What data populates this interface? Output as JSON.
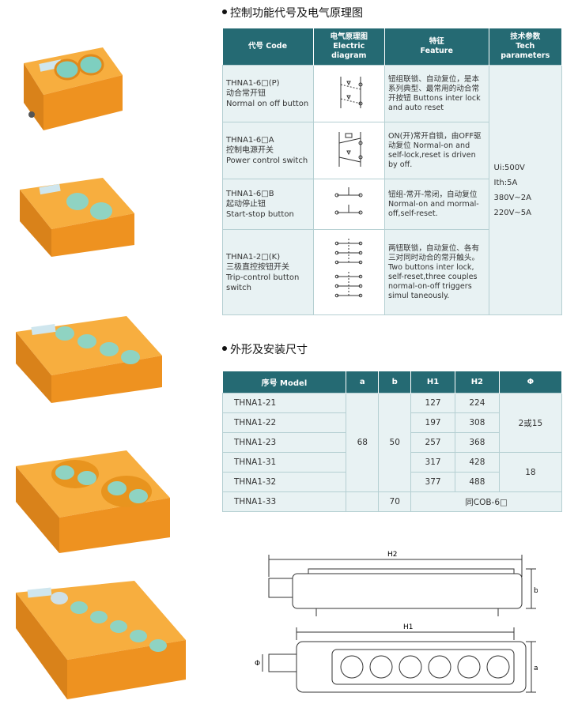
{
  "section1_title": "控制功能代号及电气原理图",
  "table1": {
    "headers": [
      {
        "cn": "代号 Code",
        "en": ""
      },
      {
        "cn": "电气原理图",
        "en": "Electric diagram"
      },
      {
        "cn": "特征",
        "en": "Feature"
      },
      {
        "cn": "技术参数",
        "en": "Tech parameters"
      }
    ],
    "rows": [
      {
        "code": "THNA1-6□(P)",
        "cn": "动合常开钮",
        "en": "Normal on off button",
        "feature": "钮组联锁、自动复位，是本系列典型、最常用的动合常开按钮 Buttons inter lock and auto reset",
        "diagram_icon": "double-contact-diagram-icon"
      },
      {
        "code": "THNA1-6□A",
        "cn": "控制电源开关",
        "en": "Power control switch",
        "feature": "ON(开)常开自锁，由OFF驱动复位 Normal-on and self-lock,reset is driven by off.",
        "diagram_icon": "power-switch-diagram-icon"
      },
      {
        "code": "THNA1-6□B",
        "cn": "起动停止钮",
        "en": "Start-stop button",
        "feature": "钮组-常开-常闭，自动复位 Normal-on and mormal-off,self-reset.",
        "diagram_icon": "start-stop-diagram-icon"
      },
      {
        "code": "THNA1-2□(K)",
        "cn": "三极直控按钮开关",
        "en": "Trip-control button switch",
        "feature": "两钮联锁，自动复位、各有三对同时动合的常开触头。 Two buttons inter lock, self-reset,three couples normal-on-off triggers simul taneously.",
        "diagram_icon": "three-pole-diagram-icon"
      }
    ],
    "tech": [
      "Ui:500V",
      "Ith:5A",
      "380V~2A",
      "220V~5A"
    ]
  },
  "section2_title": "外形及安装尺寸",
  "table2": {
    "headers": [
      "序号 Model",
      "a",
      "b",
      "H1",
      "H2",
      "Φ"
    ],
    "rows": [
      {
        "model": "THNA1-21",
        "h1": "127",
        "h2": "224"
      },
      {
        "model": "THNA1-22",
        "h1": "197",
        "h2": "308"
      },
      {
        "model": "THNA1-23",
        "h1": "257",
        "h2": "368"
      },
      {
        "model": "THNA1-31",
        "h1": "317",
        "h2": "428"
      },
      {
        "model": "THNA1-32",
        "h1": "377",
        "h2": "488"
      },
      {
        "model": "THNA1-33"
      }
    ],
    "a_value": "68",
    "b_value": "50",
    "b_last": "70",
    "phi_1": "2或15",
    "phi_2": "18",
    "last_note": "同COB-6□"
  },
  "drawing_labels": {
    "h2": "H2",
    "h1": "H1",
    "b": "b",
    "a": "a",
    "phi": "Φ"
  },
  "colors": {
    "header": "#256a73",
    "cell": "#e8f2f3",
    "housing": "#f29a1f",
    "button": "#8fd3c2"
  }
}
